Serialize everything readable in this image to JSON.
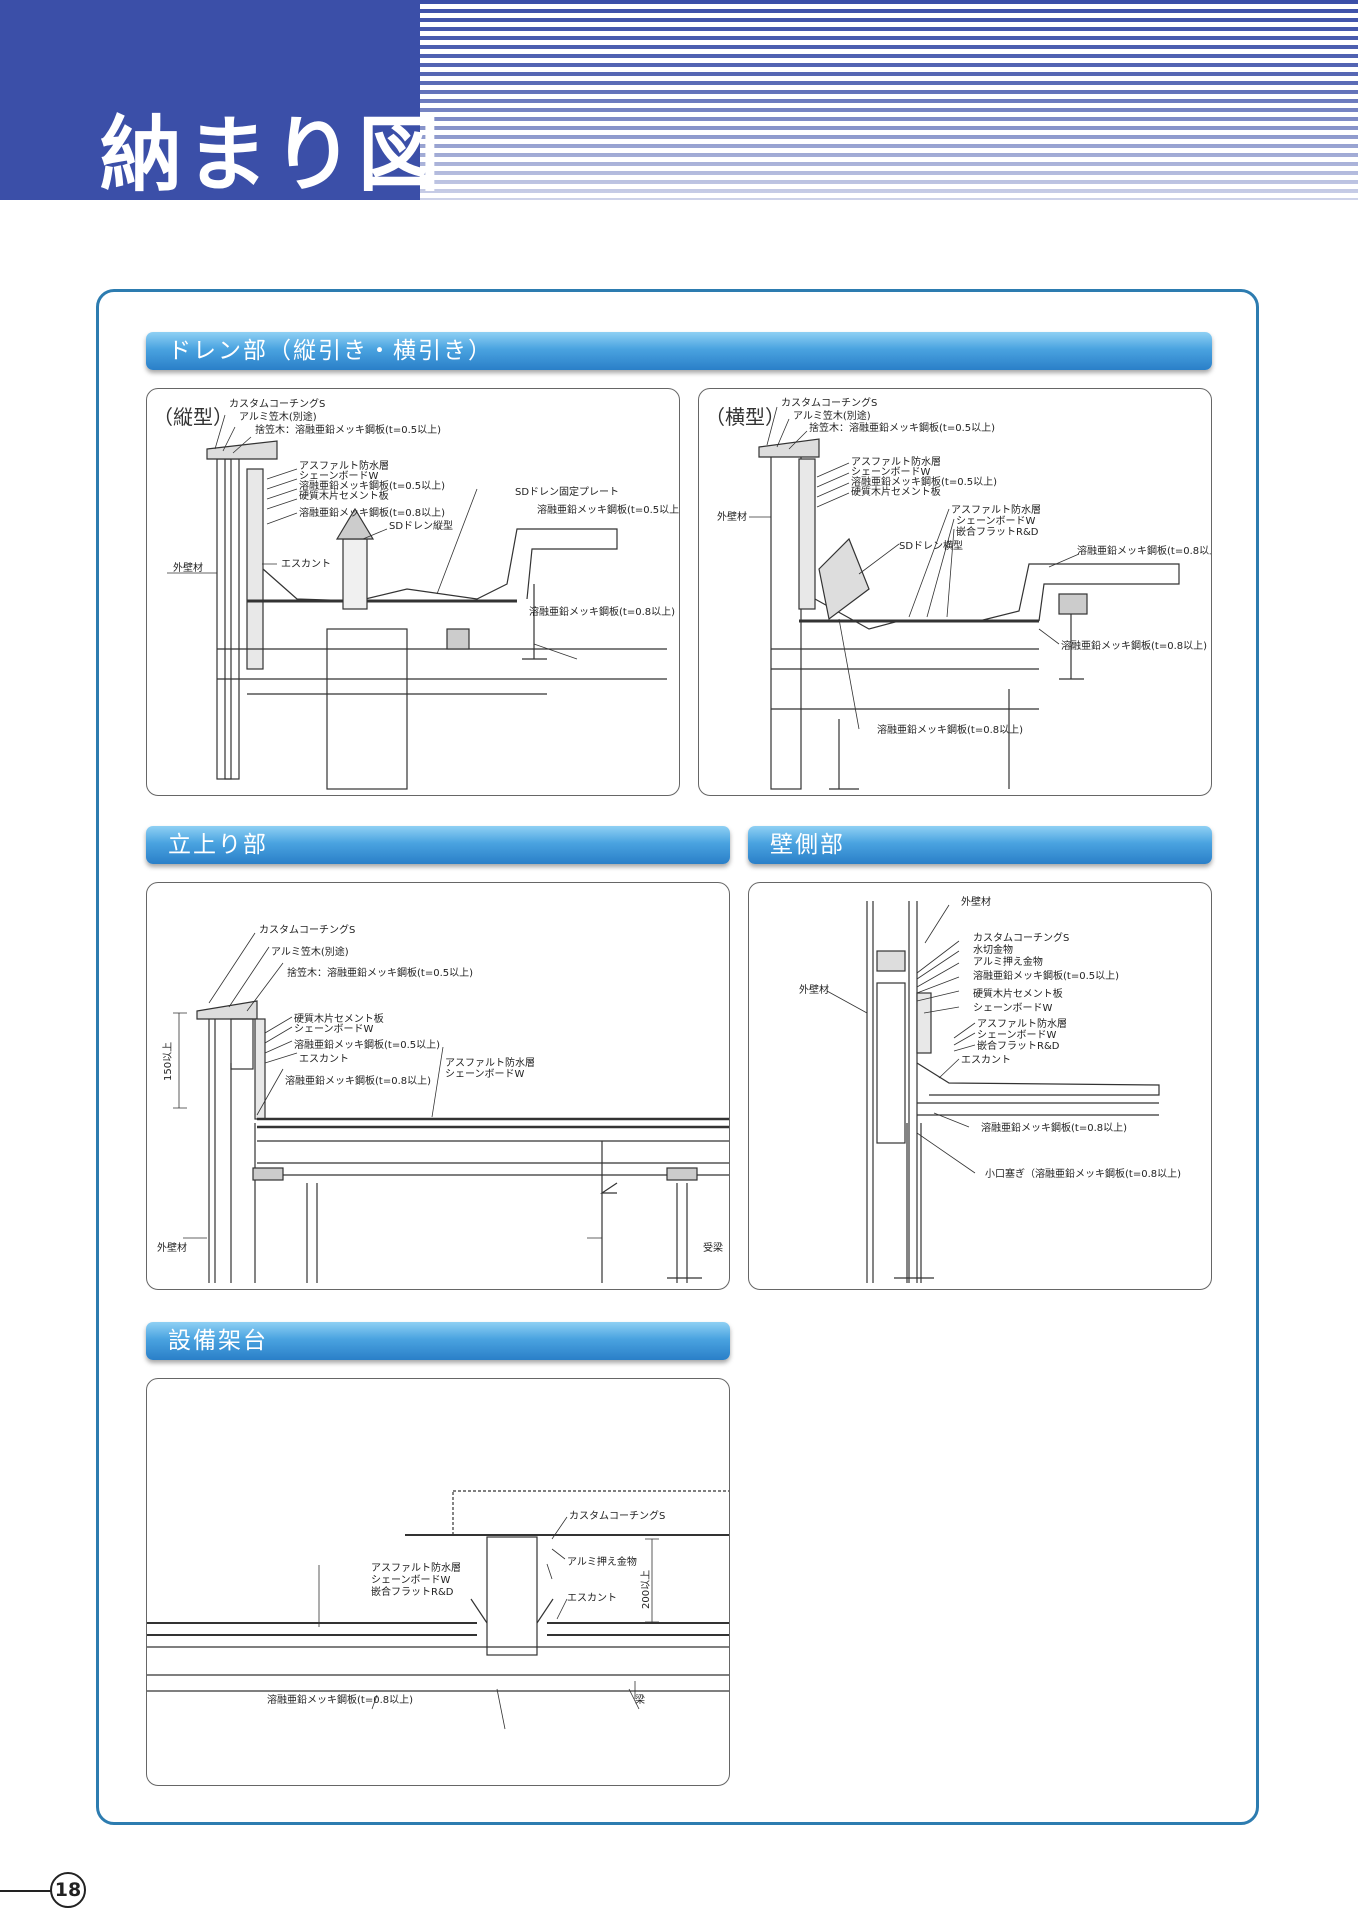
{
  "header": {
    "title": "納まり図"
  },
  "sections": {
    "drain": {
      "title": "ドレン部（縦引き・横引き）",
      "vertical": {
        "subtitle": "（縦型）",
        "labels": [
          "カスタムコーチングS",
          "アルミ笠木(別途)",
          "捨笠木：溶融亜鉛メッキ鋼板(t=0.5以上)",
          "アスファルト防水層",
          "シェーンボードW",
          "溶融亜鉛メッキ鋼板(t=0.5以上)",
          "硬質木片セメント板",
          "溶融亜鉛メッキ鋼板(t=0.8以上)",
          "SDドレン縦型",
          "SDドレン固定プレート",
          "溶融亜鉛メッキ鋼板(t=0.5以上)",
          "エスカント",
          "外壁材",
          "溶融亜鉛メッキ鋼板(t=0.8以上)"
        ]
      },
      "horizontal": {
        "subtitle": "（横型）",
        "labels": [
          "カスタムコーチングS",
          "アルミ笠木(別途)",
          "捨笠木：溶融亜鉛メッキ鋼板(t=0.5以上)",
          "アスファルト防水層",
          "シェーンボードW",
          "溶融亜鉛メッキ鋼板(t=0.5以上)",
          "硬質木片セメント板",
          "外壁材",
          "アスファルト防水層",
          "シェーンボードW",
          "嵌合フラットR&D",
          "SDドレン横型",
          "溶融亜鉛メッキ鋼板(t=0.8以上)",
          "溶融亜鉛メッキ鋼板(t=0.8以上)",
          "溶融亜鉛メッキ鋼板(t=0.8以上)"
        ]
      }
    },
    "riser": {
      "title": "立上り部",
      "labels": [
        "カスタムコーチングS",
        "アルミ笠木(別途)",
        "捨笠木：溶融亜鉛メッキ鋼板(t=0.5以上)",
        "硬質木片セメント板",
        "シェーンボードW",
        "溶融亜鉛メッキ鋼板(t=0.5以上)",
        "エスカント",
        "溶融亜鉛メッキ鋼板(t=0.8以上)",
        "アスファルト防水層",
        "シェーンボードW",
        "150以上",
        "外壁材",
        "受梁"
      ]
    },
    "wall": {
      "title": "壁側部",
      "labels": [
        "外壁材",
        "カスタムコーチングS",
        "水切金物",
        "アルミ押え金物",
        "溶融亜鉛メッキ鋼板(t=0.5以上)",
        "外壁材",
        "硬質木片セメント板",
        "シェーンボードW",
        "アスファルト防水層",
        "シェーンボードW",
        "嵌合フラットR&D",
        "エスカント",
        "溶融亜鉛メッキ鋼板(t=0.8以上)",
        "小口塞ぎ（溶融亜鉛メッキ鋼板(t=0.8以上)"
      ]
    },
    "equipment": {
      "title": "設備架台",
      "labels": [
        "カスタムコーチングS",
        "アスファルト防水層",
        "シェーンボードW",
        "嵌合フラットR&D",
        "アルミ押え金物",
        "200以上",
        "エスカント",
        "溶融亜鉛メッキ鋼板(t=0.8以上)",
        "梁"
      ]
    }
  },
  "footer": {
    "page_number": "18"
  }
}
